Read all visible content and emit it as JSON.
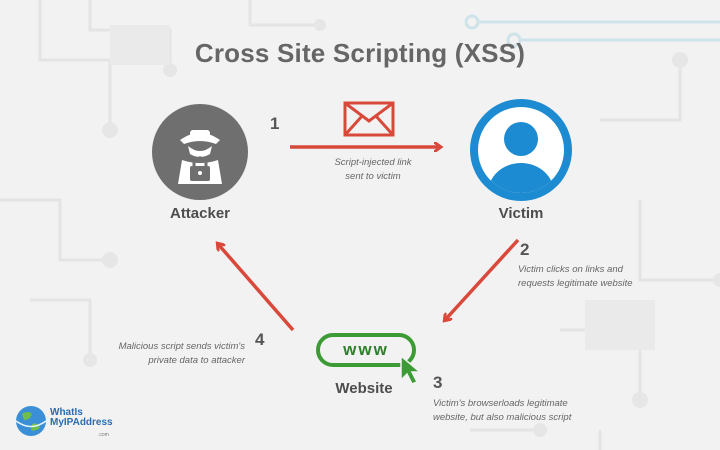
{
  "title": "Cross Site Scripting (XSS)",
  "nodes": {
    "attacker": "Attacker",
    "victim": "Victim",
    "website": "Website",
    "website_pill": "www"
  },
  "steps": [
    {
      "number": "1",
      "text_lines": [
        "Script-injected link",
        "sent to victim"
      ]
    },
    {
      "number": "2",
      "text_lines": [
        "Victim clicks on links and",
        "requests legitimate website"
      ]
    },
    {
      "number": "3",
      "text_lines": [
        "Victim's browserloads legitimate",
        "website, but also malicious script"
      ]
    },
    {
      "number": "4",
      "text_lines": [
        "Malicious script sends victim's",
        "private data to attacker"
      ]
    }
  ],
  "logo": {
    "lines": [
      "WhatIs",
      "MyIPAddress"
    ],
    "small": ".com"
  },
  "colors": {
    "arrow": "#d9493b",
    "attacker_circle": "#6f6f6f",
    "victim_circle": "#1d8bd1",
    "website_green": "#3d9b35",
    "background": "#f2f2f2"
  },
  "icons": [
    "envelope-icon",
    "spy-lock-icon",
    "user-icon",
    "cursor-icon",
    "globe-logo-icon"
  ]
}
